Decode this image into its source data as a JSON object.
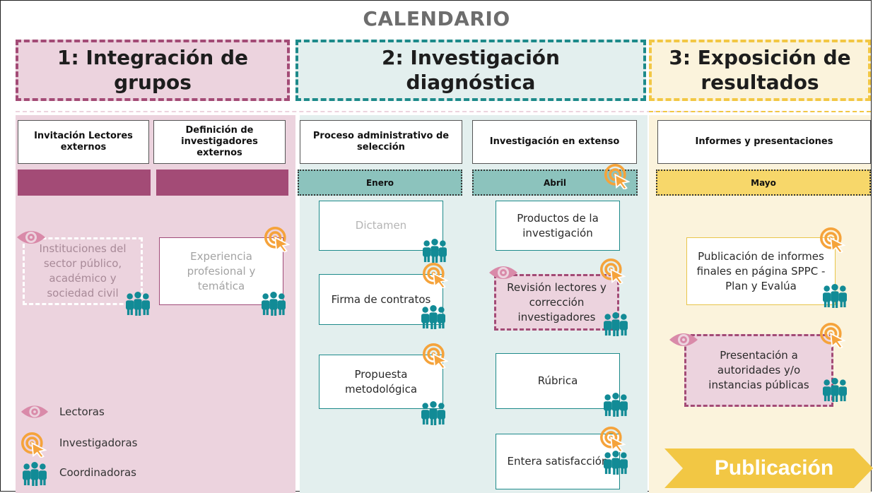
{
  "title": "CALENDARIO",
  "phases": [
    {
      "label": "1: Integración de grupos"
    },
    {
      "label": "2: Investigación diagnóstica"
    },
    {
      "label": "3: Exposición de resultados"
    }
  ],
  "columns": {
    "c1": {
      "header": "Invitación Lectores externos"
    },
    "c2": {
      "header": "Definición de investigadores externos"
    },
    "c3": {
      "header": "Proceso administrativo de selección",
      "month": "Enero"
    },
    "c4": {
      "header": "Investigación en extenso",
      "month": "Abril"
    },
    "c5": {
      "header": "Informes y presentaciones",
      "month": "Mayo"
    }
  },
  "cards": {
    "instituciones": "Instituciones del sector público, académico y sociedad civil",
    "experiencia": "Experiencia profesional y temática",
    "dictamen": "Dictamen",
    "firma": "Firma de contratos",
    "propuesta": "Propuesta metodológica",
    "productos": "Productos de la investigación",
    "revision": "Revisión lectores y corrección investigadores",
    "rubrica": "Rúbrica",
    "entera": "Entera satisfacción",
    "publicacion_informes": "Publicación de informes finales en página SPPC - Plan y Evalúa",
    "presentacion": "Presentación a autoridades y/o instancias públicas"
  },
  "legend": [
    {
      "label": "Lectoras",
      "icon": "eye-icon"
    },
    {
      "label": "Investigadoras",
      "icon": "target-cursor-icon"
    },
    {
      "label": "Coordinadoras",
      "icon": "people-group-icon"
    }
  ],
  "publicacion_banner": "Publicación",
  "colors": {
    "magenta": "#a34b76",
    "magenta_light": "#ecd3de",
    "teal": "#1d8a8a",
    "teal_light": "#e3efee",
    "gold": "#f2c744",
    "gold_light": "#fbf3dc",
    "orange": "#f5a33b"
  }
}
